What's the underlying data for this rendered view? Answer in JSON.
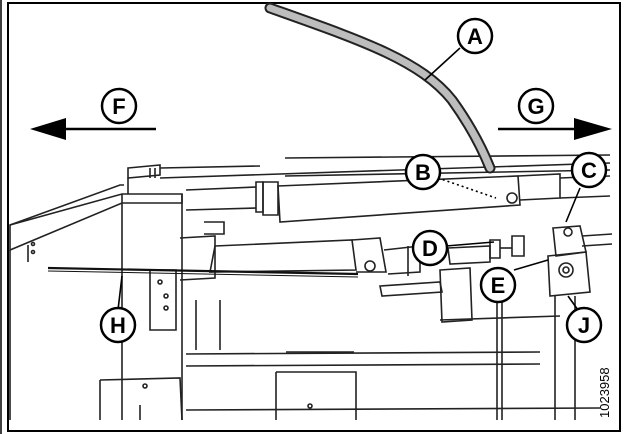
{
  "figure": {
    "id_label": "1023958",
    "callouts": {
      "A": "A",
      "B": "B",
      "C": "C",
      "D": "D",
      "E": "E",
      "F": "F",
      "G": "G",
      "H": "H",
      "J": "J"
    }
  }
}
